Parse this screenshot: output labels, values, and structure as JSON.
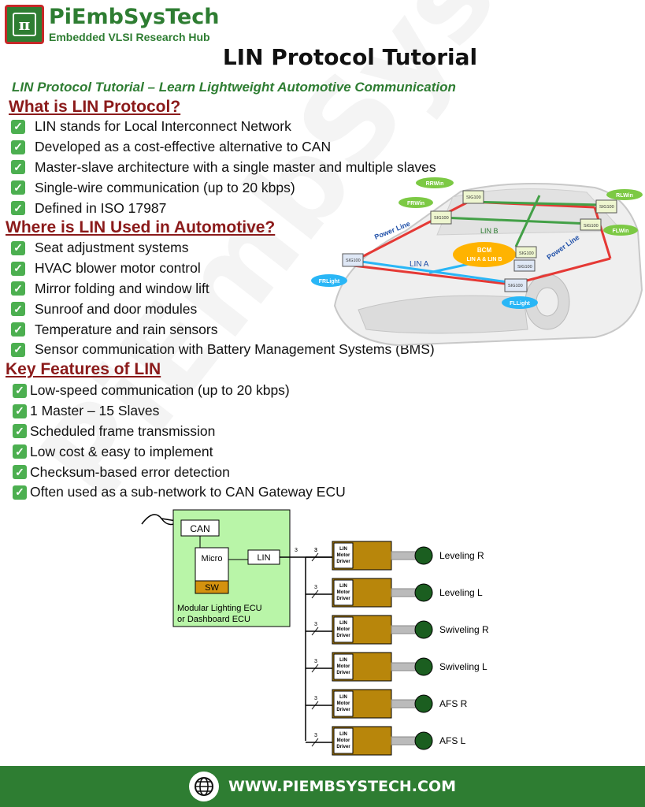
{
  "brand": {
    "name": "PiEmbSysTech",
    "tagline": "Embedded VLSI Research Hub",
    "logo_glyph": "π"
  },
  "watermark": "PiEmbSysTech",
  "title": "LIN Protocol Tutorial",
  "subtitle": "LIN Protocol Tutorial – Learn Lightweight Automotive Communication",
  "sections": {
    "what": {
      "heading": "What is LIN Protocol?",
      "items": [
        "LIN stands for Local Interconnect Network",
        "Developed as a cost-effective alternative to CAN",
        "Master-slave architecture with a single master and multiple slaves",
        "Single-wire communication (up to 20 kbps)",
        "Defined in ISO 17987"
      ]
    },
    "where": {
      "heading": "Where is LIN Used in Automotive?",
      "items": [
        "Seat adjustment systems",
        "HVAC blower motor control",
        "Mirror folding and window lift",
        "Sunroof and door modules",
        "Temperature and rain sensors",
        "Sensor communication with Battery Management Systems (BMS)"
      ]
    },
    "features": {
      "heading": "Key Features of LIN",
      "items": [
        "Low-speed communication (up to 20 kbps)",
        "1 Master – 15 Slaves",
        "Scheduled frame transmission",
        "Low cost & easy to implement",
        "Checksum-based error detection",
        "Often used as a sub-network to CAN Gateway ECU"
      ]
    }
  },
  "car": {
    "power_line": "Power Line",
    "lin_a": "LIN A",
    "lin_b": "LIN B",
    "bcm_title": "BCM",
    "bcm_sub": "LIN A & LIN B",
    "node": "SIG100",
    "labels": {
      "rrwin": "RRWin",
      "frwin": "FRWin",
      "rlwin": "RLWin",
      "flwin": "FLWin",
      "frlight": "FRLight",
      "fllight": "FLLight"
    }
  },
  "diagram": {
    "can": "CAN",
    "micro": "Micro",
    "sw": "SW",
    "lin": "LIN",
    "ecu_line1": "Modular Lighting ECU",
    "ecu_line2": "or Dashboard ECU",
    "bus_count": "3",
    "driver_l1": "LIN",
    "driver_l2": "Motor",
    "driver_l3": "Driver",
    "motors": [
      "Leveling R",
      "Leveling L",
      "Swiveling R",
      "Swiveling L",
      "AFS R",
      "AFS L"
    ]
  },
  "footer": {
    "url": "WWW.PIEMBSYSTECH.COM"
  },
  "colors": {
    "green": "#2e7d32",
    "red": "#8b1a1a",
    "check": "#4caf50",
    "ecu": "#b9f5a8",
    "motor_driver": "#b8860b"
  }
}
